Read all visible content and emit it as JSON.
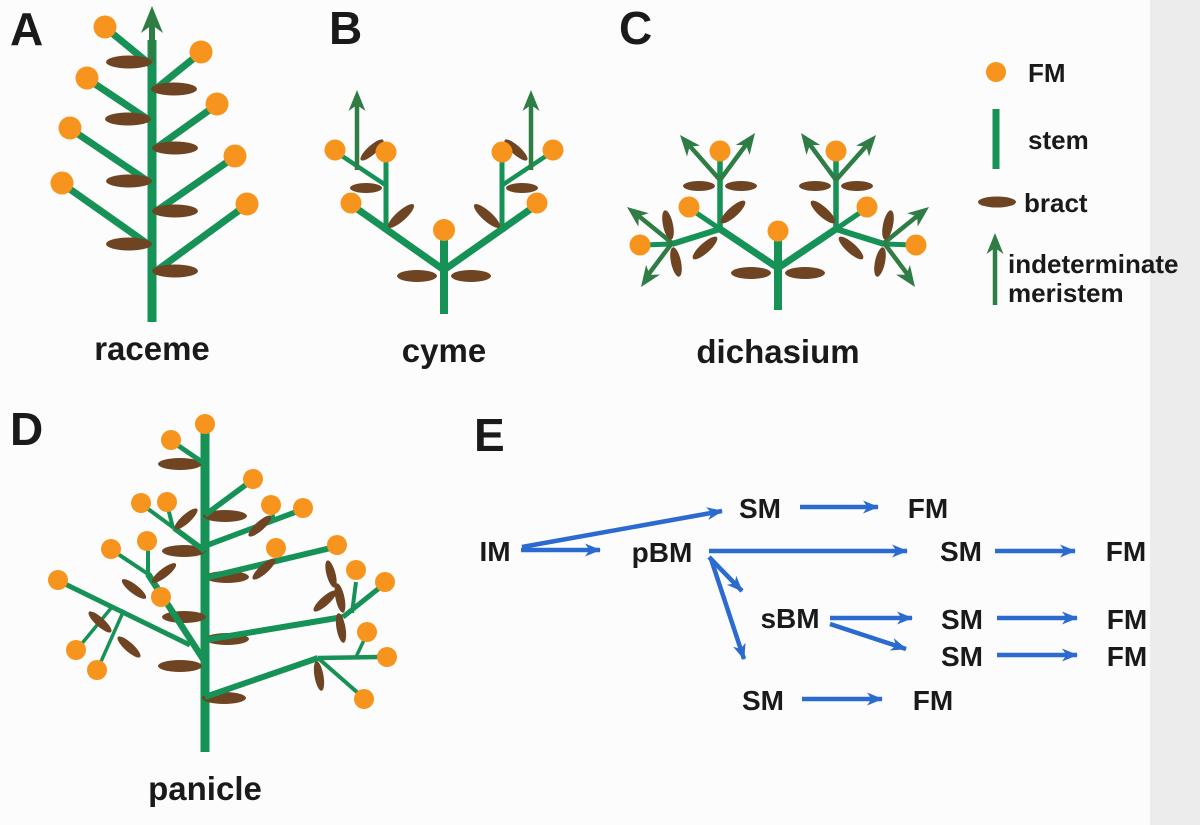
{
  "figure": {
    "type": "inflorescence-architecture-diagram",
    "panels": [
      {
        "id": "A",
        "letter": "A",
        "caption": "raceme"
      },
      {
        "id": "B",
        "letter": "B",
        "caption": "cyme"
      },
      {
        "id": "C",
        "letter": "C",
        "caption": "dichasium"
      },
      {
        "id": "D",
        "letter": "D",
        "caption": "panicle"
      },
      {
        "id": "E",
        "letter": "E",
        "caption": ""
      }
    ],
    "legend": [
      {
        "symbol": "fm-dot-icon",
        "label": "FM"
      },
      {
        "symbol": "stem-bar-icon",
        "label": "stem"
      },
      {
        "symbol": "bract-leaf-icon",
        "label": "bract"
      },
      {
        "symbol": "indeterminate-arrow-icon",
        "label": "indeterminate meristem"
      }
    ],
    "colors": {
      "stem_green": "#169256",
      "arrow_green": "#2f7c44",
      "bract_brown": "#6e4423",
      "fm_orange": "#f7941e",
      "arrow_blue": "#2b6ace",
      "text": "#1a1a1a",
      "background": "#fcfcfc",
      "right_band_gray": "#ececec"
    },
    "diagram_e": {
      "nodes": [
        {
          "id": "IM",
          "label": "IM"
        },
        {
          "id": "pBM",
          "label": "pBM"
        },
        {
          "id": "SM1",
          "label": "SM"
        },
        {
          "id": "FM1",
          "label": "FM"
        },
        {
          "id": "SM2",
          "label": "SM"
        },
        {
          "id": "FM2",
          "label": "FM"
        },
        {
          "id": "sBM",
          "label": "sBM"
        },
        {
          "id": "SM3",
          "label": "SM"
        },
        {
          "id": "FM3",
          "label": "FM"
        },
        {
          "id": "SM4",
          "label": "SM"
        },
        {
          "id": "FM4",
          "label": "FM"
        },
        {
          "id": "SM5",
          "label": "SM"
        },
        {
          "id": "FM5",
          "label": "FM"
        }
      ],
      "edges": [
        {
          "from": "IM",
          "to": "pBM"
        },
        {
          "from": "IM",
          "to": "SM1"
        },
        {
          "from": "SM1",
          "to": "FM1"
        },
        {
          "from": "pBM",
          "to": "SM2"
        },
        {
          "from": "SM2",
          "to": "FM2"
        },
        {
          "from": "pBM",
          "to": "sBM"
        },
        {
          "from": "pBM",
          "to": "SM5"
        },
        {
          "from": "sBM",
          "to": "SM3"
        },
        {
          "from": "SM3",
          "to": "FM3"
        },
        {
          "from": "sBM",
          "to": "SM4"
        },
        {
          "from": "SM4",
          "to": "FM4"
        },
        {
          "from": "SM5",
          "to": "FM5"
        }
      ]
    }
  }
}
